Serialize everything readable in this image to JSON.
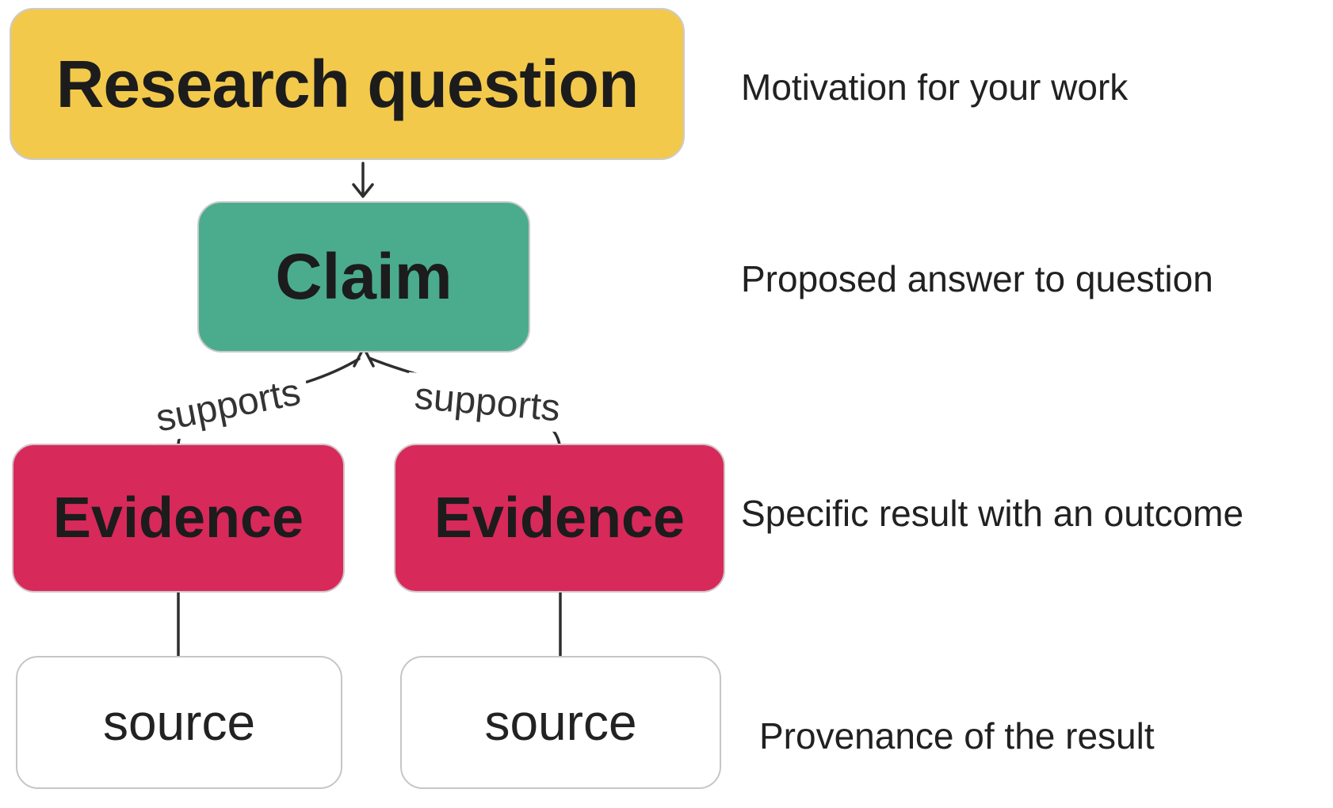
{
  "diagram": {
    "nodes": {
      "research_question": {
        "label": "Research question",
        "color": "#F3C94B"
      },
      "claim": {
        "label": "Claim",
        "color": "#4BAC8D"
      },
      "evidence_left": {
        "label": "Evidence",
        "color": "#D8295B"
      },
      "evidence_right": {
        "label": "Evidence",
        "color": "#D8295B"
      },
      "source_left": {
        "label": "source",
        "color": "#ffffff"
      },
      "source_right": {
        "label": "source",
        "color": "#ffffff"
      }
    },
    "edges": {
      "supports_left": {
        "label": "supports"
      },
      "supports_right": {
        "label": "supports"
      }
    },
    "annotations": [
      {
        "text": "Motivation for your work"
      },
      {
        "text": "Proposed answer to question"
      },
      {
        "text": "Specific result with an outcome"
      },
      {
        "text": "Provenance of the result"
      }
    ],
    "colors": {
      "line": "#2e2e2e",
      "border": "#c9c9c9",
      "label_text": "#1c1c1c",
      "annotation_text": "#212121"
    }
  }
}
